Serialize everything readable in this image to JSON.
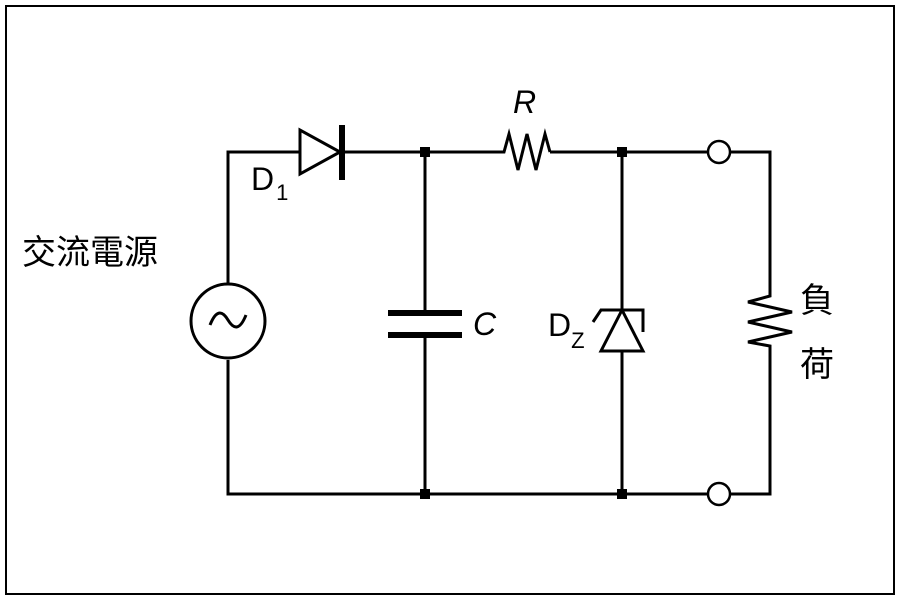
{
  "source_label": "交流電源",
  "diode": {
    "label": "D",
    "subscript": "1"
  },
  "resistor": {
    "label": "R"
  },
  "capacitor": {
    "label": "C"
  },
  "zener": {
    "label": "D",
    "subscript": "Z"
  },
  "load": {
    "label_line1": "負",
    "label_line2": "荷"
  },
  "ac_symbol": "~"
}
